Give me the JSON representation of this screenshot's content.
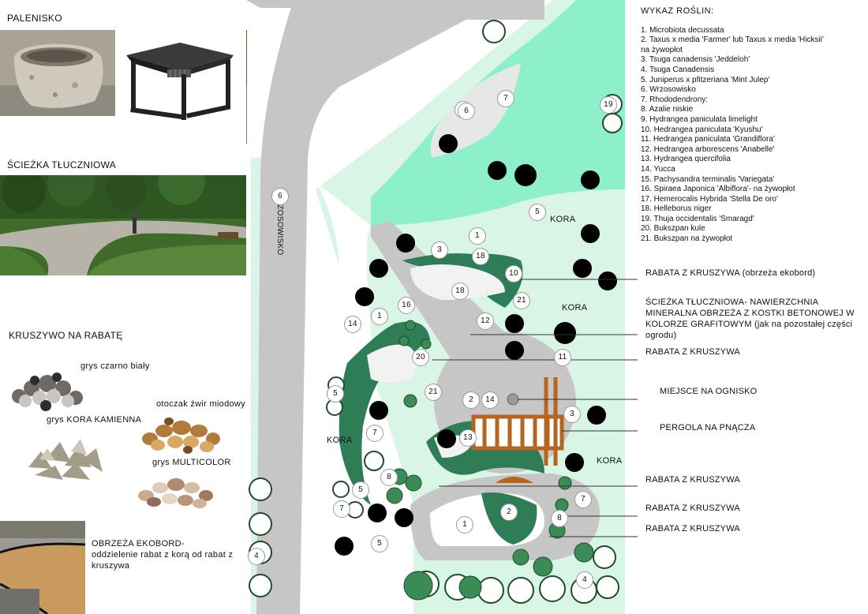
{
  "left_panel": {
    "palenisko_title": "PALENISKO",
    "sciezka_title": "ŚCIEŻKA  TŁUCZNIOWA",
    "kruszywo_title": "KRUSZYWO NA RABATĘ",
    "gravel": [
      {
        "label": "grys czarno biały"
      },
      {
        "label": "grys KORA KAMIENNA"
      },
      {
        "label": "otoczak żwir miodowy"
      },
      {
        "label": "grys MULTICOLOR"
      }
    ],
    "ekobord_label": "OBRZEŻA EKOBORD- oddzielenie rabat z korą od rabat z kruszywa"
  },
  "plan": {
    "wrzosowisko_label": "WRZOSOWISKO",
    "kora_labels": [
      "KORA",
      "KORA",
      "KORA",
      "KORA"
    ],
    "numbers": [
      "6",
      "5",
      "7",
      "19",
      "5",
      "1",
      "3",
      "18",
      "10",
      "18",
      "21",
      "16",
      "14",
      "1",
      "12",
      "11",
      "20",
      "2",
      "14",
      "21",
      "5",
      "7",
      "13",
      "3",
      "8",
      "5",
      "7",
      "1",
      "2",
      "7",
      "8",
      "5",
      "4",
      "4",
      "6"
    ]
  },
  "legend": {
    "title": "WYKAZ ROŚLIN:",
    "items": [
      "1. Microbiota decussata",
      "2. Taxus x media 'Farmer' lub Taxus x media 'Hicksii'",
      "na żywopłot",
      "3. Tsuga canadensis 'Jeddeloh'",
      "4. Tsuga Canadensis",
      "5. Juniperus x pfitzeriana 'Mint Julep'",
      "6. Wrzosowisko",
      "7. Rhododendrony:",
      "8. Azalie niskie",
      "9. Hydrangea paniculata limelight",
      "10. Hedrangea paniculata 'Kyushu'",
      "11. Hedrangea paniculata 'Grandiflora'",
      "12. Hedrangea arborescens 'Anabelle'",
      "13. Hydrangea quercifolia",
      "14. Yucca",
      "15. Pachysandra terminalis 'Variegata'",
      "16. Spiraea Japonica 'Albiflora'- na żywopłot",
      "17. Hemerocalis Hybrida 'Stella De oro'",
      "18. Helleborus niger",
      "19. Thuja occidentalis 'Smaragd'",
      "20. Bukszpan kule",
      "21. Bukszpan na żywopłot"
    ]
  },
  "annotations": {
    "rabata_ekobord": "RABATA Z KRUSZYWA (obrzeża ekobord)",
    "sciezka_desc": "ŚCIEŻKA TŁUCZNIOWA- NAWIERZCHNIA MINERALNA OBRZEŻA Z KOSTKI BETONOWEJ W KOLORZE GRAFITOWYM (jak na pozostałej części ogrodu)",
    "rabata_1": "RABATA Z KRUSZYWA",
    "ognisko": "MIEJSCE NA OGNISKO",
    "pergola": "PERGOLA NA PNĄCZA",
    "rabata_2": "RABATA Z KRUSZYWA",
    "rabata_3": "RABATA Z KRUSZYWA",
    "rabata_4": "RABATA Z KRUSZYWA"
  },
  "colors": {
    "lawn": "#d9f5e6",
    "lawn_bright": "#8ef0cb",
    "path": "#c8c8c8",
    "bed_dark": "#2e7d56",
    "tree_black": "#000000",
    "pergola": "#b5651d"
  }
}
